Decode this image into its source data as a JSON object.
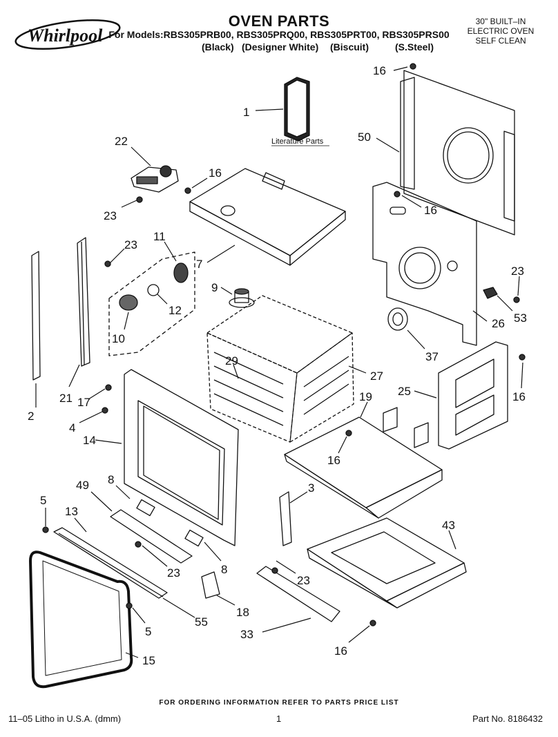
{
  "header": {
    "brand": "Whirlpool",
    "title": "OVEN PARTS",
    "models": "For Models:RBS305PRB00, RBS305PRQ00, RBS305PRT00, RBS305PRS00",
    "colors": [
      "(Black)",
      "(Designer White)",
      "(Biscuit)",
      "(S.Steel)"
    ],
    "product_lines": [
      "30\" BUILT–IN",
      "ELECTRIC OVEN",
      "SELF CLEAN"
    ]
  },
  "literature_label": "Literature Parts",
  "callouts": [
    {
      "label": "16"
    },
    {
      "label": "1"
    },
    {
      "label": "50"
    },
    {
      "label": "22"
    },
    {
      "label": "16"
    },
    {
      "label": "16"
    },
    {
      "label": "23"
    },
    {
      "label": "11"
    },
    {
      "label": "23"
    },
    {
      "label": "7"
    },
    {
      "label": "23"
    },
    {
      "label": "9"
    },
    {
      "label": "12"
    },
    {
      "label": "53"
    },
    {
      "label": "10"
    },
    {
      "label": "26"
    },
    {
      "label": "37"
    },
    {
      "label": "29"
    },
    {
      "label": "27"
    },
    {
      "label": "21"
    },
    {
      "label": "17"
    },
    {
      "label": "19"
    },
    {
      "label": "25"
    },
    {
      "label": "16"
    },
    {
      "label": "2"
    },
    {
      "label": "4"
    },
    {
      "label": "14"
    },
    {
      "label": "16"
    },
    {
      "label": "8"
    },
    {
      "label": "49"
    },
    {
      "label": "3"
    },
    {
      "label": "5"
    },
    {
      "label": "13"
    },
    {
      "label": "43"
    },
    {
      "label": "23"
    },
    {
      "label": "8"
    },
    {
      "label": "23"
    },
    {
      "label": "18"
    },
    {
      "label": "5"
    },
    {
      "label": "55"
    },
    {
      "label": "33"
    },
    {
      "label": "16"
    },
    {
      "label": "15"
    }
  ],
  "footer": {
    "ordering": "FOR ORDERING INFORMATION REFER TO PARTS PRICE LIST",
    "litho": "11–05 Litho in U.S.A. (dmm)",
    "page": "1",
    "part_no": "Part No. 8186432"
  }
}
